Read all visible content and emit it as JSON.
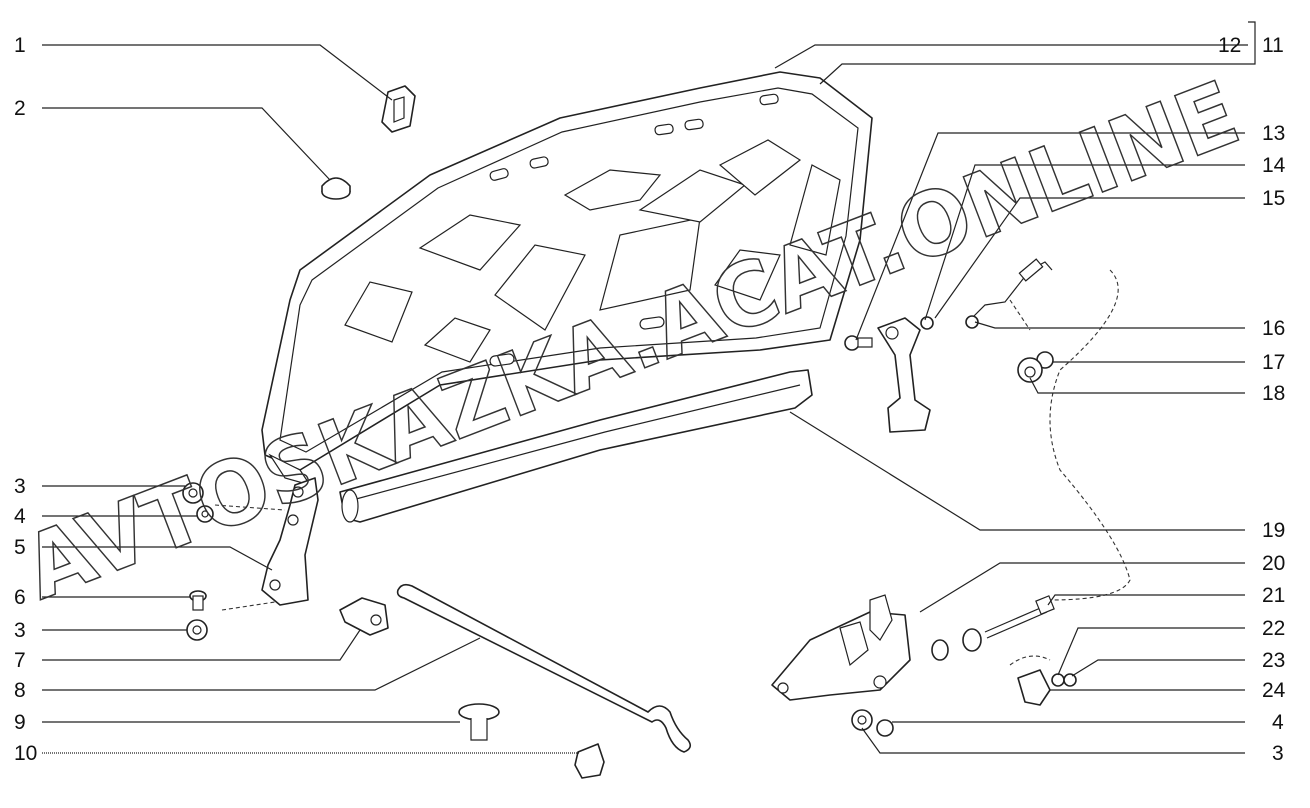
{
  "callouts": [
    {
      "id": "1",
      "text": "1"
    },
    {
      "id": "2",
      "text": "2"
    },
    {
      "id": "3a",
      "text": "3"
    },
    {
      "id": "4a",
      "text": "4"
    },
    {
      "id": "5",
      "text": "5"
    },
    {
      "id": "6",
      "text": "6"
    },
    {
      "id": "3b",
      "text": "3"
    },
    {
      "id": "7",
      "text": "7"
    },
    {
      "id": "8",
      "text": "8"
    },
    {
      "id": "9",
      "text": "9"
    },
    {
      "id": "10",
      "text": "10"
    },
    {
      "id": "12",
      "text": "12"
    },
    {
      "id": "11",
      "text": "11"
    },
    {
      "id": "13",
      "text": "13"
    },
    {
      "id": "14",
      "text": "14"
    },
    {
      "id": "15",
      "text": "15"
    },
    {
      "id": "16",
      "text": "16"
    },
    {
      "id": "17",
      "text": "17"
    },
    {
      "id": "18",
      "text": "18"
    },
    {
      "id": "19",
      "text": "19"
    },
    {
      "id": "20",
      "text": "20"
    },
    {
      "id": "21",
      "text": "21"
    },
    {
      "id": "22",
      "text": "22"
    },
    {
      "id": "23",
      "text": "23"
    },
    {
      "id": "24",
      "text": "24"
    },
    {
      "id": "4b",
      "text": "4"
    },
    {
      "id": "3c",
      "text": "3"
    }
  ],
  "watermark": "AVTOSKAZKA.ACAT.ONLINE",
  "colors": {
    "line": "#222222",
    "watermark_stroke": "#333333"
  }
}
